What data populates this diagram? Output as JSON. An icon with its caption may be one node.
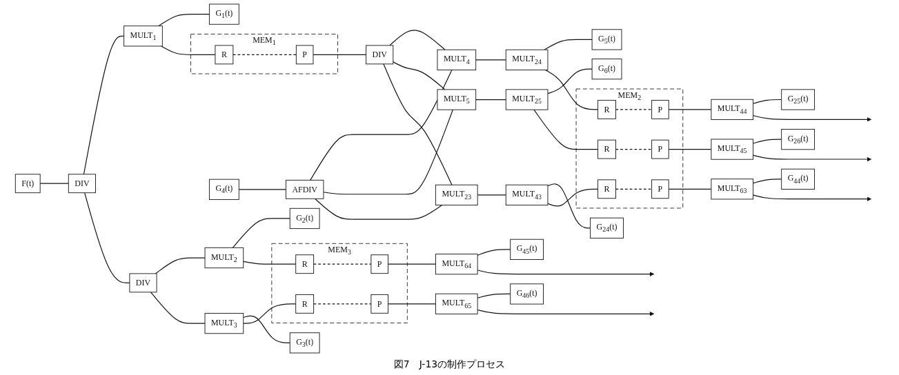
{
  "diagram": {
    "caption": "図7　J-13の制作プロセス",
    "nodes": [
      {
        "text": [
          "F(t)"
        ]
      },
      {
        "text": [
          "DIV"
        ]
      },
      {
        "text": [
          "MULT$_{1}$"
        ]
      },
      {
        "text": [
          "G$_{1}$(t)"
        ]
      },
      {
        "text": [
          "MEM$_{1}$"
        ]
      },
      {
        "text": [
          "R"
        ],
        "in": 4
      },
      {
        "text": [
          "P"
        ],
        "in": 4
      },
      {
        "text": [
          "DIV"
        ]
      },
      {
        "text": [
          "MULT$_{4}$"
        ]
      },
      {
        "text": [
          "MULT$_{24}$"
        ]
      },
      {
        "text": [
          "G$_{5}$(t)"
        ]
      },
      {
        "text": [
          "MEM$_{2}$"
        ]
      },
      {
        "text": [
          "R"
        ],
        "in": 11
      },
      {
        "text": [
          "P"
        ],
        "in": 11
      },
      {
        "text": [
          "MULT$_{44}$"
        ]
      },
      {
        "text": [
          "G$_{25}$(t)"
        ]
      },
      {
        "text": [
          "MULT$_{5}$"
        ]
      },
      {
        "text": [
          "MULT$_{25}$"
        ]
      },
      {
        "text": [
          "G$_{6}$(t)"
        ]
      },
      {
        "text": [
          "R"
        ],
        "in": 11
      },
      {
        "text": [
          "P"
        ],
        "in": 11
      },
      {
        "text": [
          "MULT$_{45}$"
        ]
      },
      {
        "text": [
          "G$_{26}$(t)"
        ]
      },
      {
        "text": [
          "G$_{4}$(t)"
        ]
      },
      {
        "text": [
          "AFDIV"
        ]
      },
      {
        "text": [
          "MULT$_{23}$"
        ]
      },
      {
        "text": [
          "MULT$_{43}$"
        ]
      },
      {
        "text": [
          "G$_{24}$(t)"
        ]
      },
      {
        "text": [
          "R"
        ],
        "in": 11
      },
      {
        "text": [
          "P"
        ],
        "in": 11
      },
      {
        "text": [
          "MULT$_{63}$"
        ]
      },
      {
        "text": [
          "G$_{44}$(t)"
        ]
      },
      {
        "text": [
          "DIV"
        ]
      },
      {
        "text": [
          "MULT$_{2}$"
        ]
      },
      {
        "text": [
          "G$_{2}$(t)"
        ]
      },
      {
        "text": [
          "MEM$_{3}$"
        ]
      },
      {
        "text": [
          "R"
        ],
        "in": 35
      },
      {
        "text": [
          "P"
        ],
        "in": 35
      },
      {
        "text": [
          "MULT$_{64}$"
        ]
      },
      {
        "text": [
          "G$_{45}$(t)"
        ]
      },
      {
        "text": [
          "MULT$_{3}$"
        ]
      },
      {
        "text": [
          "G$_{3}$(t)"
        ]
      },
      {
        "text": [
          "R"
        ],
        "in": 35
      },
      {
        "text": [
          "P"
        ],
        "in": 35
      },
      {
        "text": [
          "MULT$_{65}$"
        ]
      },
      {
        "text": [
          "G$_{46}$(t)"
        ]
      }
    ],
    "edges": [
      {
        "from": 0,
        "to": 1,
        "arrow": "none"
      },
      {
        "from": 1,
        "to": 2,
        "arrow": "none"
      },
      {
        "from": 2,
        "to": 3,
        "arrow": "none"
      },
      {
        "from": 2,
        "to": 5,
        "arrow": "none"
      },
      {
        "from": 5,
        "to": 6,
        "arrow": "none",
        "style": "dashed"
      },
      {
        "from": 6,
        "to": 7,
        "arrow": "none"
      },
      {
        "from": 7,
        "to": 8,
        "arrow": "none"
      },
      {
        "from": 7,
        "to": 16,
        "arrow": "none"
      },
      {
        "from": 7,
        "to": 25,
        "arrow": "none"
      },
      {
        "from": 8,
        "to": 9,
        "arrow": "none"
      },
      {
        "from": 9,
        "to": 10,
        "arrow": "none"
      },
      {
        "from": 9,
        "to": 12,
        "arrow": "none"
      },
      {
        "from": 12,
        "to": 13,
        "arrow": "none",
        "style": "dashed"
      },
      {
        "from": 13,
        "to": 14,
        "arrow": "none"
      },
      {
        "from": 14,
        "to": 15,
        "arrow": "none"
      },
      {
        "from": 14,
        "to": null,
        "arrow": "to"
      },
      {
        "from": 16,
        "to": 17,
        "arrow": "none"
      },
      {
        "from": 17,
        "to": 18,
        "arrow": "none"
      },
      {
        "from": 17,
        "to": 19,
        "arrow": "none"
      },
      {
        "from": 19,
        "to": 20,
        "arrow": "none",
        "style": "dashed"
      },
      {
        "from": 20,
        "to": 21,
        "arrow": "none"
      },
      {
        "from": 21,
        "to": 22,
        "arrow": "none"
      },
      {
        "from": 21,
        "to": null,
        "arrow": "to"
      },
      {
        "from": 23,
        "to": 24,
        "arrow": "none"
      },
      {
        "from": 24,
        "to": 8,
        "arrow": "none"
      },
      {
        "from": 24,
        "to": 16,
        "arrow": "none"
      },
      {
        "from": 24,
        "to": 25,
        "arrow": "none"
      },
      {
        "from": 25,
        "to": 26,
        "arrow": "none"
      },
      {
        "from": 26,
        "to": 27,
        "arrow": "none"
      },
      {
        "from": 26,
        "to": 28,
        "arrow": "none"
      },
      {
        "from": 28,
        "to": 29,
        "arrow": "none",
        "style": "dashed"
      },
      {
        "from": 29,
        "to": 30,
        "arrow": "none"
      },
      {
        "from": 30,
        "to": 31,
        "arrow": "none"
      },
      {
        "from": 30,
        "to": null,
        "arrow": "to"
      },
      {
        "from": 1,
        "to": 32,
        "arrow": "none"
      },
      {
        "from": 32,
        "to": 33,
        "arrow": "none"
      },
      {
        "from": 32,
        "to": 40,
        "arrow": "none"
      },
      {
        "from": 33,
        "to": 34,
        "arrow": "none"
      },
      {
        "from": 33,
        "to": 36,
        "arrow": "none"
      },
      {
        "from": 36,
        "to": 37,
        "arrow": "none",
        "style": "dashed"
      },
      {
        "from": 37,
        "to": 38,
        "arrow": "none"
      },
      {
        "from": 38,
        "to": 39,
        "arrow": "none"
      },
      {
        "from": 38,
        "to": null,
        "arrow": "to"
      },
      {
        "from": 40,
        "to": 41,
        "arrow": "none"
      },
      {
        "from": 40,
        "to": 42,
        "arrow": "none"
      },
      {
        "from": 42,
        "to": 43,
        "arrow": "none",
        "style": "dashed"
      },
      {
        "from": 43,
        "to": 44,
        "arrow": "none"
      },
      {
        "from": 44,
        "to": 45,
        "arrow": "none"
      },
      {
        "from": 44,
        "to": null,
        "arrow": "to"
      }
    ]
  }
}
